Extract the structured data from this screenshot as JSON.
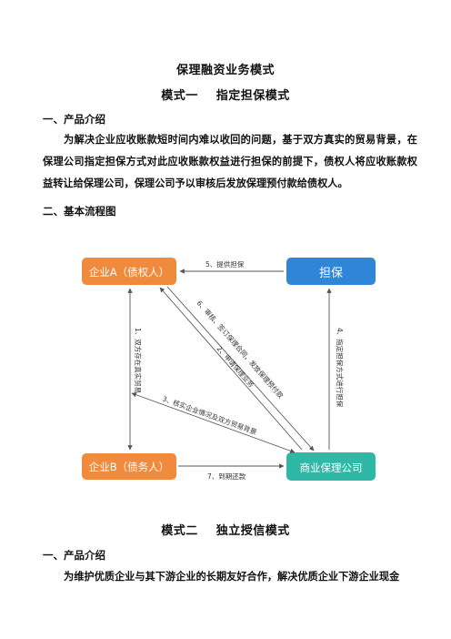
{
  "document": {
    "title": "保理融资业务模式",
    "mode1_title": "模式一    指定担保模式",
    "section1_heading": "一、产品介绍",
    "section1_paragraph": "为解决企业应收账款短时间内难以收回的问题，基于双方真实的贸易背景，在保理公司指定担保方式对此应收账款权益进行担保的前提下，债权人将应收账款权益转让给保理公司，保理公司予以审核后发放保理预付款给债权人。",
    "section2_heading": "二、基本流程图",
    "mode2_title": "模式二    独立授信模式",
    "section3_heading": "一、产品介绍",
    "section3_paragraph": "为维护优质企业与其下游企业的长期友好合作，解决优质企业下游企业现金"
  },
  "diagram": {
    "nodes": {
      "creditor": "企业A（债权人）",
      "guarantee": "担保",
      "debtor": "企业B（债务人）",
      "factoring": "商业保理公司"
    },
    "edges": {
      "e1": "1、双方存在真实贸易",
      "e2": "2、申请保理业务",
      "e3": "3、核实企业情况及双方贸易背景",
      "e4": "4、指定担保方式进行担保",
      "e5": "5、提供担保",
      "e6": "6、审核、签订保理合同，发放保理预付款",
      "e7": "7、到期还款"
    },
    "colors": {
      "orange": "#f08a3c",
      "blue": "#2f86d6",
      "teal": "#2fb8a6",
      "arrow": "#555555"
    }
  }
}
